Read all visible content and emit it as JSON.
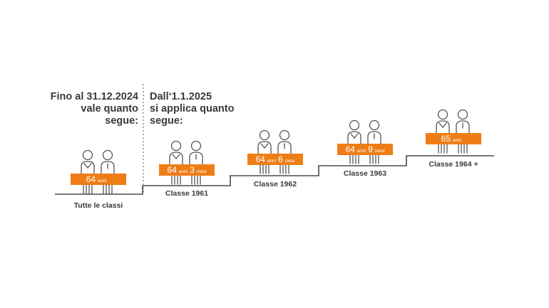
{
  "headings": {
    "before": [
      "Fino al 31.12.2024",
      "vale quanto",
      "segue:"
    ],
    "after": [
      "Dall‘1.1.2025",
      "si applica quanto",
      "segue:"
    ]
  },
  "groups": [
    {
      "label": "Tutte le classi",
      "age_years": "64",
      "years_unit": "anni",
      "age_months": "",
      "months_unit": ""
    },
    {
      "label": "Classe 1961",
      "age_years": "64",
      "years_unit": "anni",
      "age_months": "3",
      "months_unit": "mesi"
    },
    {
      "label": "Classe 1962",
      "age_years": "64",
      "years_unit": "anni",
      "age_months": "6",
      "months_unit": "mesi"
    },
    {
      "label": "Classe 1963",
      "age_years": "64",
      "years_unit": "anni",
      "age_months": "9",
      "months_unit": "mesi"
    },
    {
      "label": "Classe 1964 +",
      "age_years": "65",
      "years_unit": "anni",
      "age_months": "",
      "months_unit": ""
    }
  ],
  "colors": {
    "accent": "#ef7d17",
    "line": "#4a4a4a",
    "text": "#3a3a3a"
  }
}
